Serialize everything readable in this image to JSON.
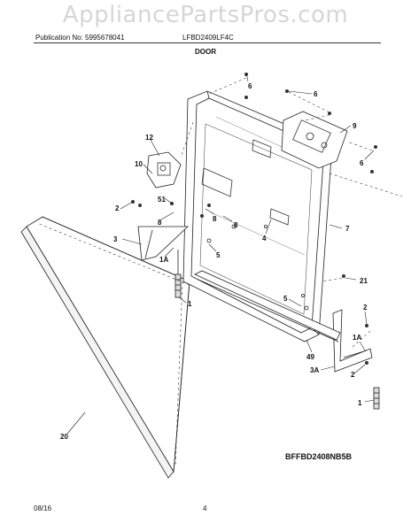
{
  "watermark": "AppliancePartsPros.com",
  "header": {
    "publication": "Publication No: 5995678041",
    "model": "LFBD2409LF4C",
    "section_title": "DOOR"
  },
  "footer": {
    "diagram_code": "BFFBD2408NB5B",
    "date": "08/16",
    "page_number": "4"
  },
  "callouts": {
    "c6a": "6",
    "c6b": "6",
    "c9": "9",
    "c6c": "6",
    "c12": "12",
    "c10": "10",
    "c2a": "2",
    "c51": "51",
    "c8a": "8",
    "c8b": "8",
    "c8c": "8",
    "c4": "4",
    "c7": "7",
    "c3": "3",
    "c1Aa": "1A",
    "c5a": "5",
    "c21": "21",
    "c1a": "1",
    "c5b": "5",
    "c2b": "2",
    "c1Ab": "1A",
    "c49": "49",
    "c3A": "3A",
    "c2c": "2",
    "c1b": "1",
    "c20": "20"
  }
}
